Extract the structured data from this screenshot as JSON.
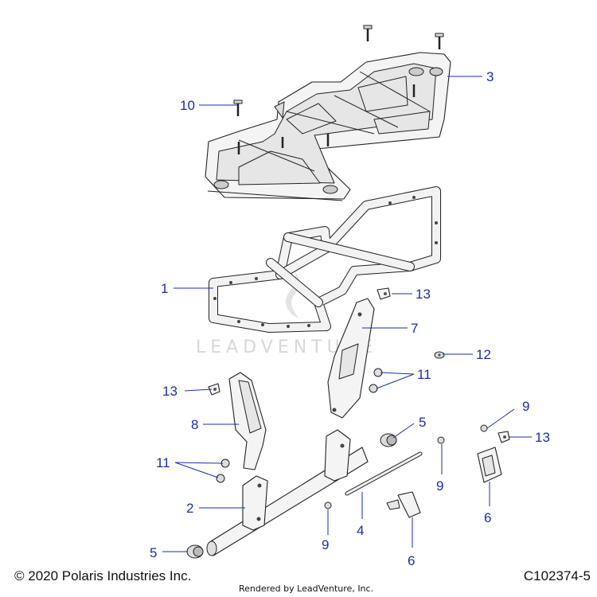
{
  "watermark": "LEADVENTURE",
  "footer": {
    "copyright": "© 2020 Polaris Industries Inc.",
    "rendered_by": "Rendered by LeadVenture, Inc.",
    "diagram_id": "C102374-5"
  },
  "callouts": {
    "c1": "1",
    "c2": "2",
    "c3": "3",
    "c4": "4",
    "c5a": "5",
    "c5b": "5",
    "c6a": "6",
    "c6b": "6",
    "c7": "7",
    "c8": "8",
    "c9a": "9",
    "c9b": "9",
    "c9c": "9",
    "c10": "10",
    "c11a": "11",
    "c11b": "11",
    "c12": "12",
    "c13a": "13",
    "c13b": "13",
    "c13c": "13"
  },
  "colors": {
    "callout": "#1a2fa8",
    "line": "#222222",
    "part_fill": "#f4f4f4",
    "watermark": "#d8d8d8"
  }
}
